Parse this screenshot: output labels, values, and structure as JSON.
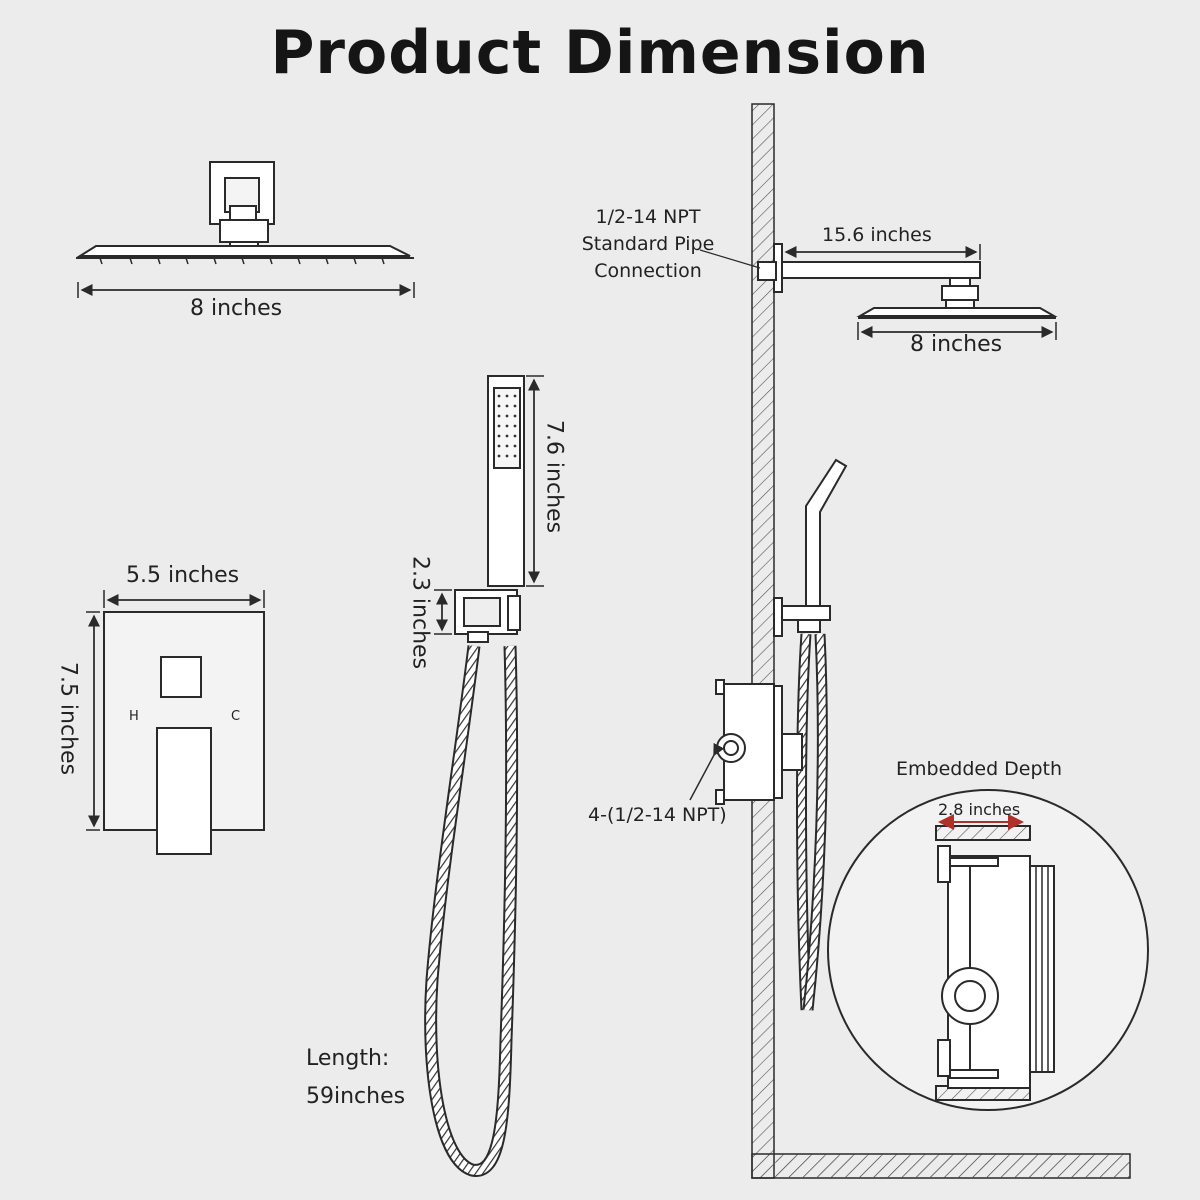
{
  "title": "Product Dimension",
  "labels": {
    "head_top_width": "8 inches",
    "head_side_width": "8 inches",
    "arm_length": "15.6 inches",
    "pipe_connection": [
      "1/2-14 NPT",
      "Standard Pipe",
      "Connection"
    ],
    "handheld_height": "7.6 inches",
    "holder_height": "2.3 inches",
    "valve_width": "5.5 inches",
    "valve_height": "7.5 inches",
    "hot": "H",
    "cold": "C",
    "valve_ports": "4-(1/2-14 NPT)",
    "hose_length": [
      "Length:",
      "59inches"
    ],
    "embedded_title": "Embedded Depth",
    "embedded_depth": "2.8 inches"
  },
  "colors": {
    "background": "#ececec",
    "line": "#2a2a2a",
    "accent_arrow": "#b0302a"
  }
}
